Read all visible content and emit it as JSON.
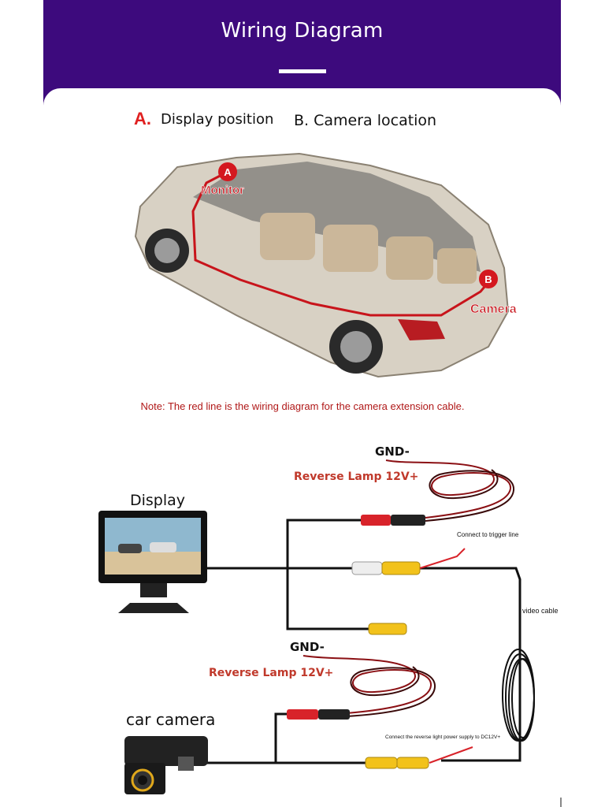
{
  "header": {
    "title": "Wiring Diagram"
  },
  "section_a": {
    "letter": "A.",
    "label": "Display position"
  },
  "section_b": {
    "label": "B. Camera location"
  },
  "car_labels": {
    "monitor": "Monitor",
    "camera": "Camera",
    "marker_a": "A",
    "marker_b": "B"
  },
  "note": "Note: The red line is the wiring diagram for the camera extension cable.",
  "wiring": {
    "gnd_top": "GND-",
    "reverse_top": "Reverse Lamp 12V+",
    "display": "Display",
    "trigger": "Connect to trigger line",
    "video_cable": "video cable",
    "gnd_bottom": "GND-",
    "reverse_bottom": "Reverse Lamp 12V+",
    "car_camera": "car camera",
    "power_note": "Connect the reverse light power supply to DC12V+"
  },
  "colors": {
    "header_bg": "#3d0a7d",
    "accent_red": "#e02020",
    "wire": "#111111",
    "red_wire": "#b3151b",
    "rca_yellow": "#f2c21b",
    "rca_white": "#eeeeee"
  }
}
